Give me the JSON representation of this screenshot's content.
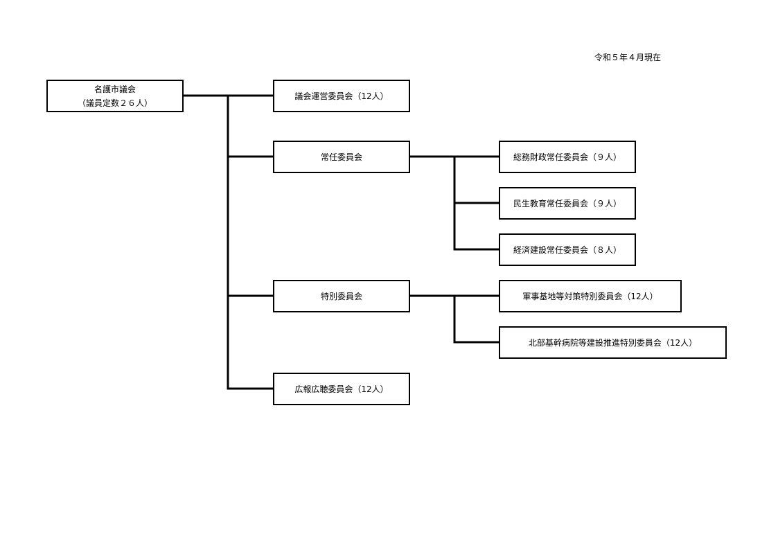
{
  "as_of": "令和５年４月現在",
  "root": {
    "name": "名護市議会",
    "note": "（議員定数２６人）"
  },
  "committees": {
    "gikai_unei": "議会運営委員会（12人）",
    "jonin": {
      "label": "常任委員会",
      "children": [
        "総務財政常任委員会（９人）",
        "民生教育常任委員会（９人）",
        "経済建設常任委員会（８人）"
      ]
    },
    "tokubetsu": {
      "label": "特別委員会",
      "children": [
        "軍事基地等対策特別委員会（12人）",
        "北部基幹病院等建設推進特別委員会（12人）"
      ]
    },
    "kouhou_kouchou": "広報広聴委員会（12人）"
  }
}
